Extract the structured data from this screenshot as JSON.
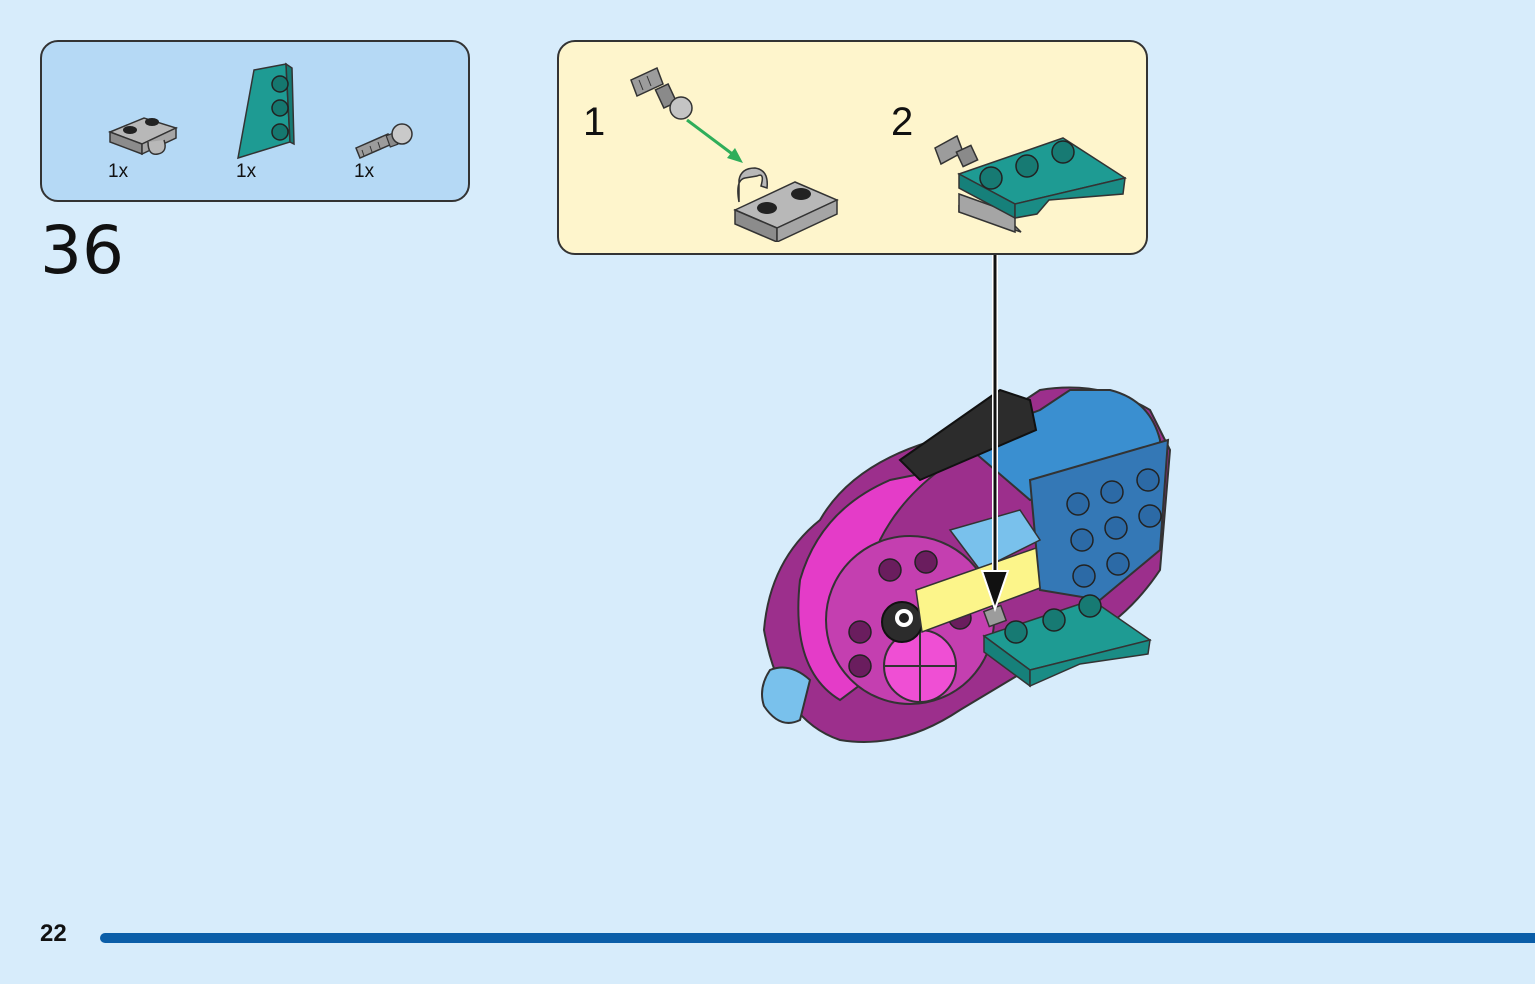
{
  "parts_list": {
    "items": [
      {
        "name": "plate-with-clip",
        "qty": "1x"
      },
      {
        "name": "wedge-plate-teal",
        "qty": "1x"
      },
      {
        "name": "ball-pin",
        "qty": "1x"
      }
    ]
  },
  "step": {
    "number": "36"
  },
  "callout": {
    "substeps": [
      {
        "number": "1"
      },
      {
        "number": "2"
      }
    ]
  },
  "footer": {
    "page_number": "22"
  },
  "colors": {
    "background": "#d7ecfb",
    "parts_box": "#b5d9f5",
    "callout_box": "#fef5cc",
    "page_bar": "#0b5ea8",
    "teal": "#1e9b93",
    "grey": "#9c9c9c",
    "magenta": "#e23cc6",
    "blue": "#3a8fd0",
    "yellow": "#fcf58a",
    "arrow_green": "#2fae5a"
  }
}
